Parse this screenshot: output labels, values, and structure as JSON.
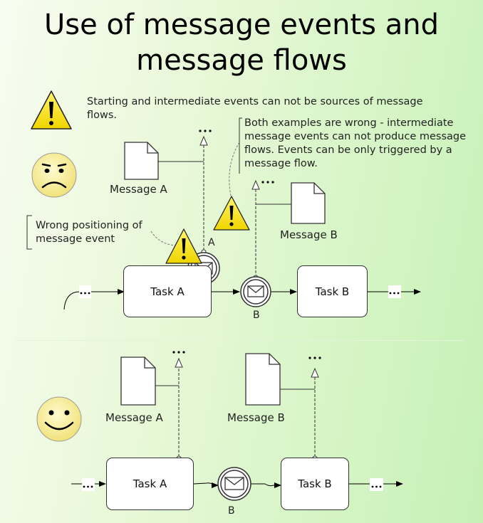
{
  "title": {
    "line1": "Use of message events and",
    "line2": "message flows"
  },
  "warning_text": "Starting and intermediate events can not be sources of message flows.",
  "annotations": {
    "both_wrong": "Both examples are wrong - intermediate message events can not produce message flows. Events can be only triggered by a message flow.",
    "wrong_positioning": "Wrong positioning of message event"
  },
  "top_example": {
    "message_a_label": "Message A",
    "message_b_label": "Message B",
    "task_a_label": "Task A",
    "task_b_label": "Task B",
    "event_a_label": "A",
    "event_b_label": "B",
    "ellipsis": "..."
  },
  "bottom_example": {
    "message_a_label": "Message A",
    "message_b_label": "Message B",
    "task_a_label": "Task A",
    "task_b_label": "Task B",
    "event_b_label": "B",
    "ellipsis": "..."
  },
  "icons": {
    "warning": "warning-triangle-icon",
    "sad_face": "sad-face-icon",
    "happy_face": "smiley-face-icon",
    "envelope": "envelope-icon",
    "document": "document-icon"
  },
  "colors": {
    "warning_yellow": "#f5e000",
    "face_yellow": "#f8f0a0"
  }
}
